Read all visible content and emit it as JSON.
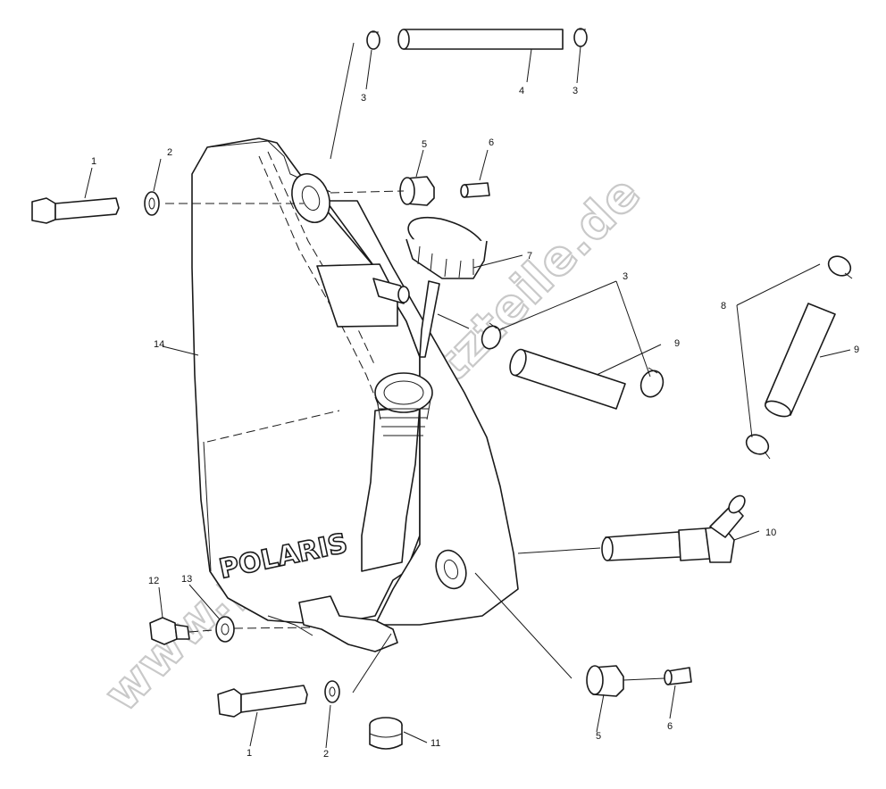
{
  "diagram": {
    "type": "exploded parts diagram",
    "brand_logo": "POLARIS",
    "watermark": "www.polarisersatzteile.de",
    "callouts": [
      {
        "id": "c1a",
        "label": "1"
      },
      {
        "id": "c1b",
        "label": "1"
      },
      {
        "id": "c2a",
        "label": "2"
      },
      {
        "id": "c2b",
        "label": "2"
      },
      {
        "id": "c3a",
        "label": "3"
      },
      {
        "id": "c3b",
        "label": "3"
      },
      {
        "id": "c3c",
        "label": "3"
      },
      {
        "id": "c4",
        "label": "4"
      },
      {
        "id": "c5a",
        "label": "5"
      },
      {
        "id": "c5b",
        "label": "5"
      },
      {
        "id": "c6a",
        "label": "6"
      },
      {
        "id": "c6b",
        "label": "6"
      },
      {
        "id": "c7",
        "label": "7"
      },
      {
        "id": "c8",
        "label": "8"
      },
      {
        "id": "c9a",
        "label": "9"
      },
      {
        "id": "c9b",
        "label": "9"
      },
      {
        "id": "c10",
        "label": "10"
      },
      {
        "id": "c11",
        "label": "11"
      },
      {
        "id": "c12",
        "label": "12"
      },
      {
        "id": "c13",
        "label": "13"
      },
      {
        "id": "c14",
        "label": "14"
      }
    ]
  }
}
